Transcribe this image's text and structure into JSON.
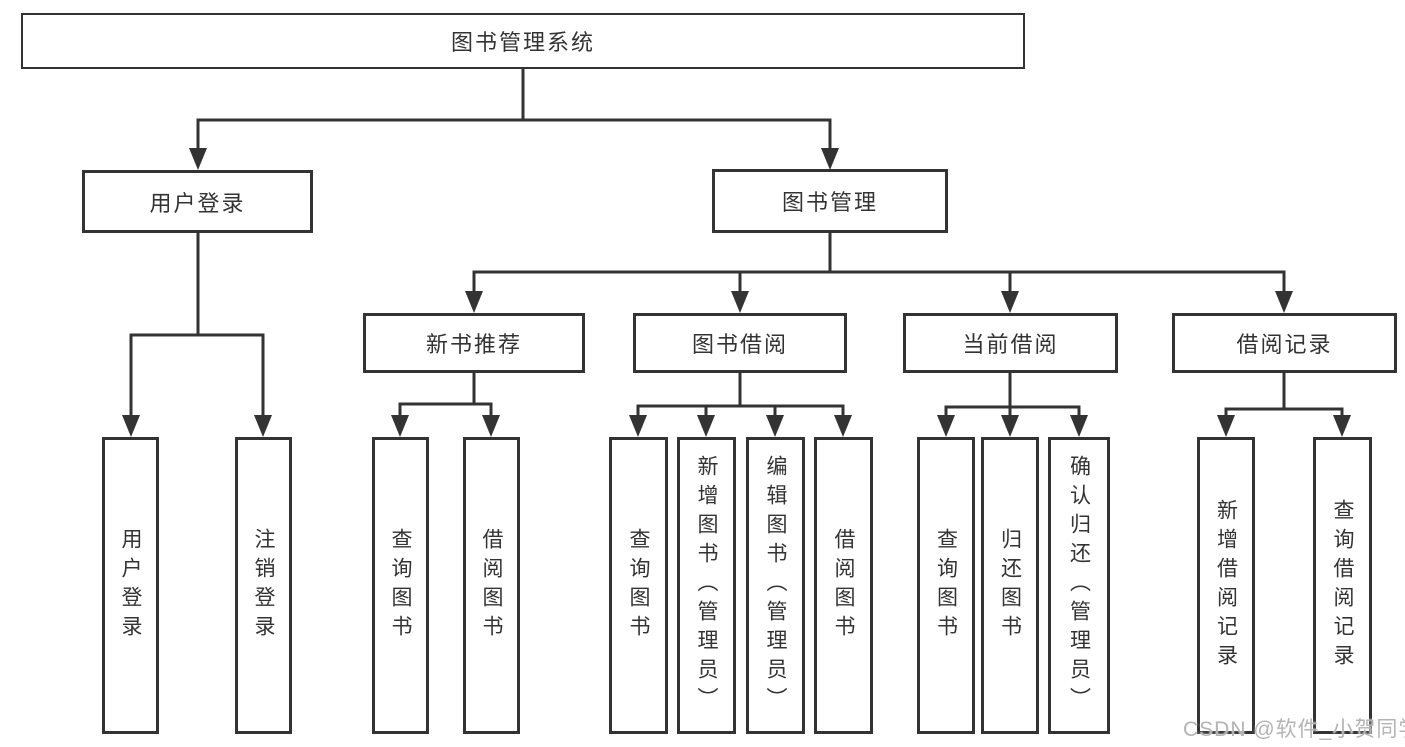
{
  "nodes": {
    "root": "图书管理系统",
    "user_login": "用户登录",
    "book_mgmt": "图书管理",
    "new_book_rec": "新书推荐",
    "book_borrow": "图书借阅",
    "current_borrow": "当前借阅",
    "borrow_record": "借阅记录",
    "leaf_user_login": "用户登录",
    "leaf_logout_login": "注销登录",
    "leaf_rec_query_book": "查询图书",
    "leaf_rec_borrow_book": "借阅图书",
    "leaf_bor_query_book": "查询图书",
    "leaf_bor_add_book": "新增图书（管理员）",
    "leaf_bor_edit_book": "编辑图书（管理员）",
    "leaf_bor_borrow_book": "借阅图书",
    "leaf_cur_query_book": "查询图书",
    "leaf_cur_return_book": "归还图书",
    "leaf_cur_confirm_return": "确认归还（管理员）",
    "leaf_record_add": "新增借阅记录",
    "leaf_record_query": "查询借阅记录"
  },
  "watermark": "CSDN @软件_小贺同学",
  "colors": {
    "line": "#333333",
    "box_border": "#333333",
    "box_fill": "#ffffff",
    "text": "#333333",
    "watermark": "#b4b4b4",
    "background": "#ffffff"
  }
}
